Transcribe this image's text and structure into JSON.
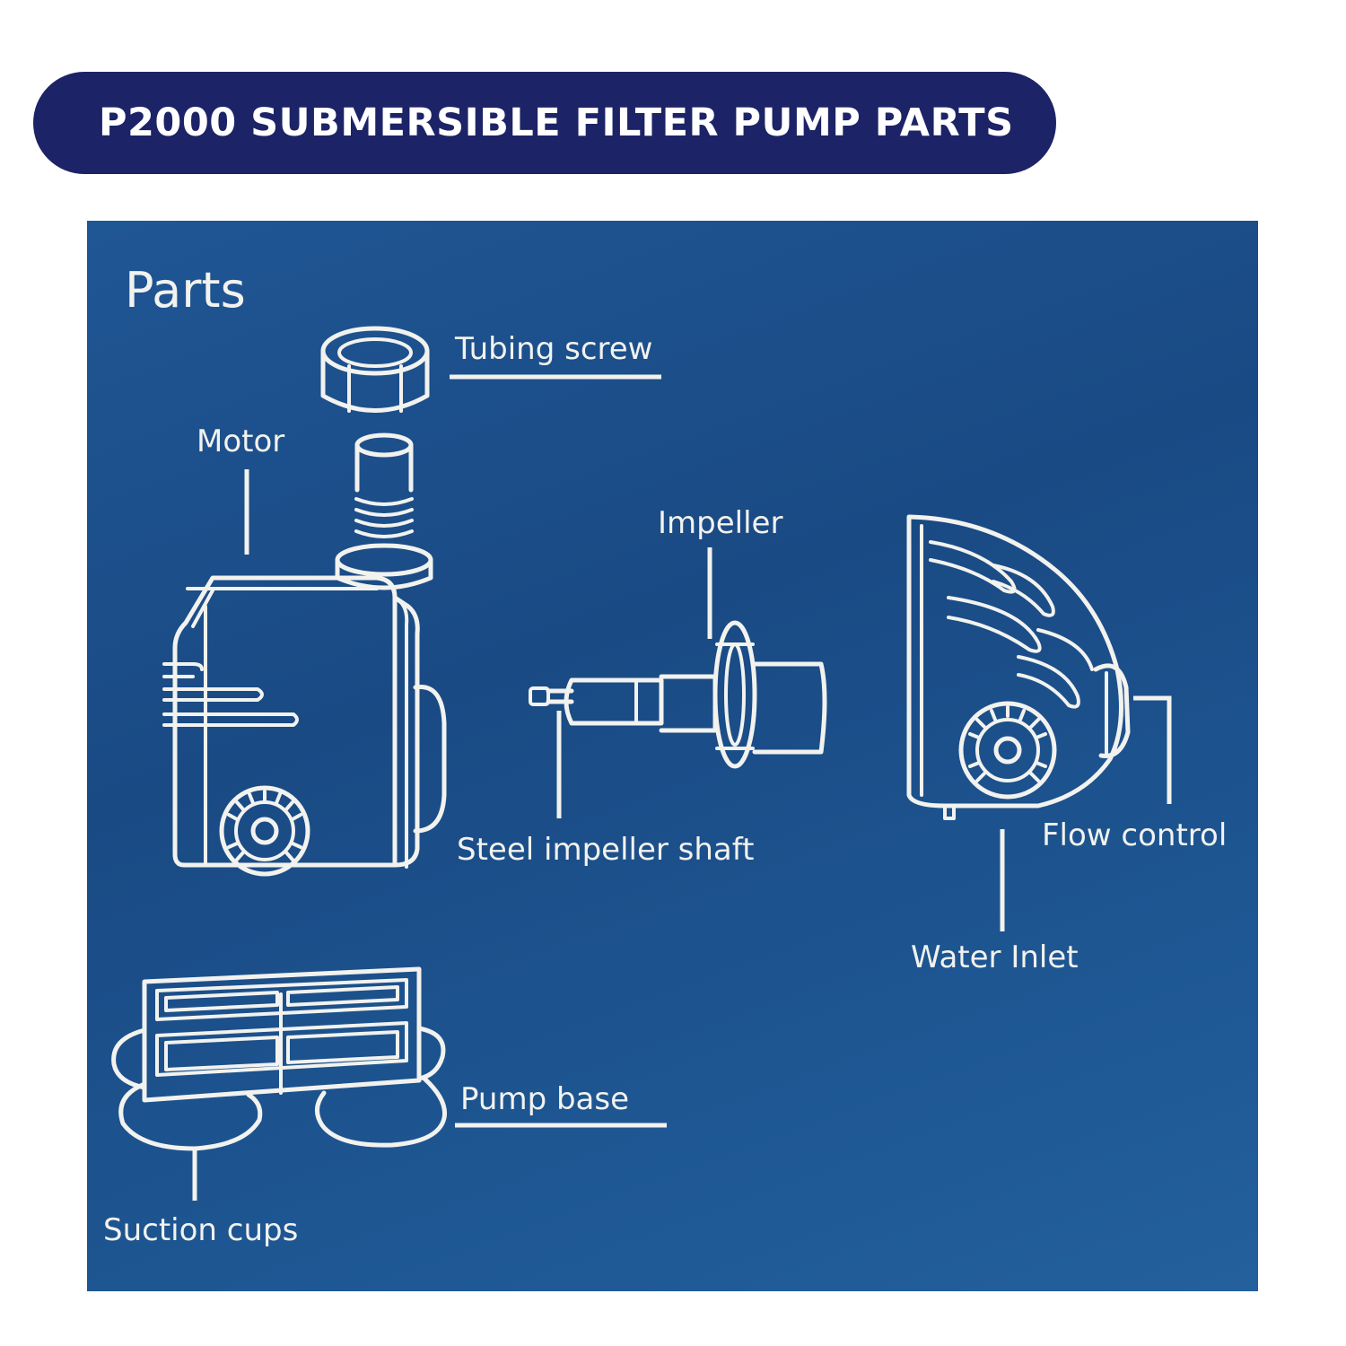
{
  "header": {
    "title": "P2000 SUBMERSIBLE FILTER PUMP PARTS",
    "background_color": "#1c2366"
  },
  "panel": {
    "background_color": "#1d5390",
    "heading": "Parts"
  },
  "labels": {
    "tubing_screw": "Tubing screw",
    "motor": "Motor",
    "impeller": "Impeller",
    "steel_impeller_shaft": "Steel impeller shaft",
    "flow_control": "Flow control",
    "water_inlet": "Water Inlet",
    "pump_base": "Pump base",
    "suction_cups": "Suction cups"
  }
}
